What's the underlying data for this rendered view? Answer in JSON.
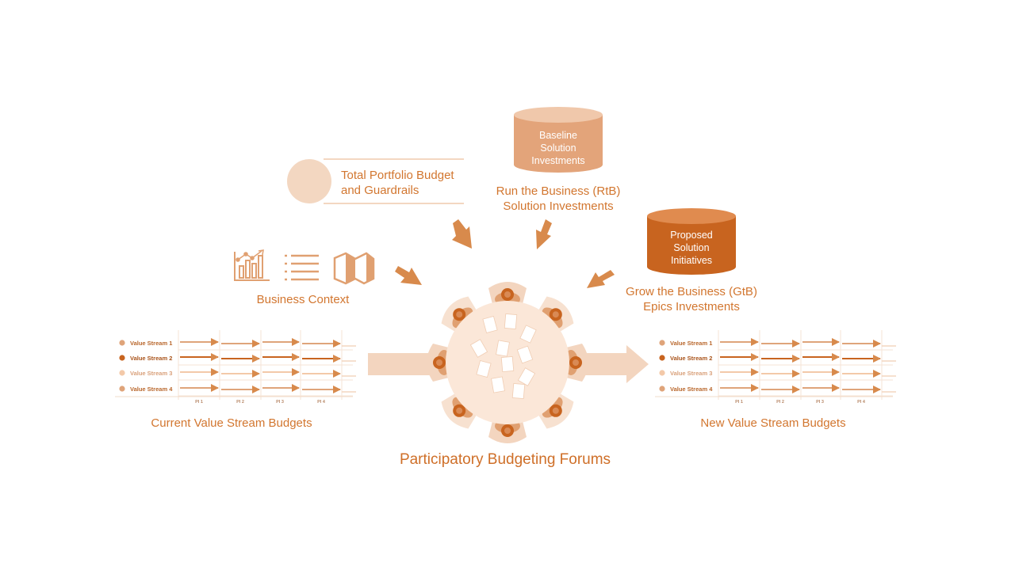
{
  "colors": {
    "primary": "#d2762f",
    "dark": "#c8641f",
    "light": "#f3d7c1",
    "pale": "#f7e3d4",
    "mid": "#dfa47a",
    "white": "#ffffff"
  },
  "portfolio": {
    "lines": [
      "Total Portfolio Budget",
      "and Guardrails"
    ]
  },
  "baseline_cylinder": {
    "lines": [
      "Baseline",
      "Solution",
      "Investments"
    ]
  },
  "rtb": {
    "lines": [
      "Run the Business (RtB)",
      "Solution Investments"
    ]
  },
  "proposed_cylinder": {
    "lines": [
      "Proposed",
      "Solution",
      "Initiatives"
    ]
  },
  "gtb": {
    "lines": [
      "Grow the Business (GtB)",
      "Epics Investments"
    ]
  },
  "business_context": {
    "label": "Business Context",
    "icons": [
      "bar-chart-icon",
      "list-icon",
      "map-icon"
    ]
  },
  "current_budgets": {
    "label": "Current Value Stream Budgets",
    "streams": [
      "Value Stream 1",
      "Value Stream 2",
      "Value Stream 3",
      "Value Stream 4"
    ],
    "pis": [
      "PI 1",
      "PI 2",
      "PI 3",
      "PI 4"
    ]
  },
  "new_budgets": {
    "label": "New Value Stream Budgets",
    "streams": [
      "Value Stream 1",
      "Value Stream 2",
      "Value Stream 3",
      "Value Stream 4"
    ],
    "pis": [
      "PI 1",
      "PI 2",
      "PI 3",
      "PI 4"
    ]
  },
  "forum": {
    "label": "Participatory Budgeting Forums",
    "participant_icon": "person-icon"
  }
}
